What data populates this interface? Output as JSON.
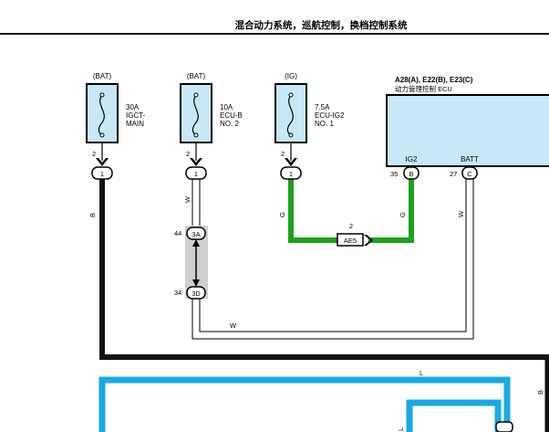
{
  "header": {
    "title": "混合动力系统，巡航控制，换档控制系统"
  },
  "fuses": [
    {
      "source": "(BAT)",
      "rating": "30A",
      "name1": "IGCT-",
      "name2": "MAIN",
      "pin_no": "2",
      "connector_pin": "1"
    },
    {
      "source": "(BAT)",
      "rating": "10A",
      "name1": "ECU-B",
      "name2": "NO. 2",
      "pin_no": "2",
      "connector_pin": "1"
    },
    {
      "source": "(IG)",
      "rating": "7.5A",
      "name1": "ECU-IG2",
      "name2": "NO. 1",
      "pin_no": "2",
      "connector_pin": "1"
    }
  ],
  "ecu": {
    "connectors": "A28(A), E22(B), E23(C)",
    "name": "动力管理控制 ECU",
    "pin_ig2": {
      "label": "IG2",
      "no": "35",
      "conn": "B"
    },
    "pin_batt": {
      "label": "BATT",
      "no": "27",
      "conn": "C"
    }
  },
  "wires": {
    "fuse1_color": "B",
    "fuse2_color": "W",
    "fuse3_color": "G",
    "ig2_color": "G",
    "batt_color": "W",
    "bottom_color": "W",
    "lower_color": "L",
    "right_color": "B",
    "lower_inner_color": "L"
  },
  "junction": {
    "pin_top_no": "44",
    "pin_top": "3A",
    "pin_bot_no": "34",
    "pin_bot": "3D"
  },
  "splice": {
    "pin_no": "2",
    "name": "AE5"
  },
  "colors": {
    "green": "#1aa31a",
    "blue": "#19a9e6",
    "black": "#111111",
    "ecu_fill": "#c8e8f7",
    "fuse_fill": "#c8e8f7",
    "junction_fill": "#cfcfcf"
  }
}
